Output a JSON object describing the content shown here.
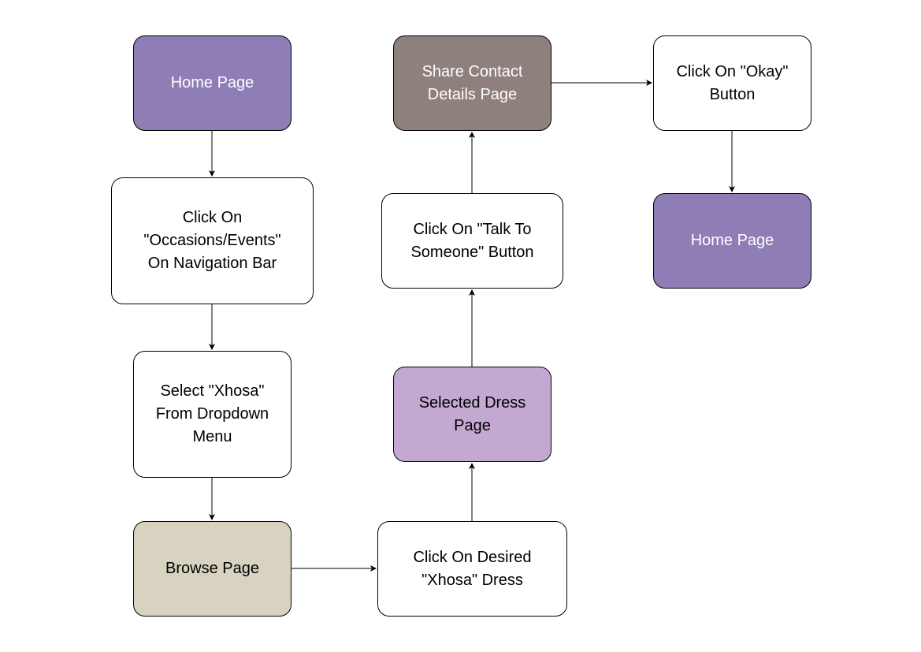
{
  "diagram": {
    "nodes": [
      {
        "id": "home-1",
        "label": "Home Page",
        "fill": "#8f7db5"
      },
      {
        "id": "click-occasions",
        "label": "Click On\n\"Occasions/Events\"\nOn Navigation Bar",
        "fill": "#ffffff"
      },
      {
        "id": "select-xhosa",
        "label": "Select \"Xhosa\"\nFrom Dropdown\nMenu",
        "fill": "#ffffff"
      },
      {
        "id": "browse",
        "label": "Browse Page",
        "fill": "#d8d2c1"
      },
      {
        "id": "click-dress",
        "label": "Click On Desired\n\"Xhosa\" Dress",
        "fill": "#ffffff"
      },
      {
        "id": "selected-dress",
        "label": "Selected Dress\nPage",
        "fill": "#c3a9d2"
      },
      {
        "id": "talk",
        "label": "Click On \"Talk To\nSomeone\" Button",
        "fill": "#ffffff"
      },
      {
        "id": "share",
        "label": "Share Contact\nDetails Page",
        "fill": "#8e807d"
      },
      {
        "id": "okay",
        "label": "Click On \"Okay\"\nButton",
        "fill": "#ffffff"
      },
      {
        "id": "home-2",
        "label": "Home Page",
        "fill": "#8f7db5"
      }
    ],
    "edges": [
      {
        "from": "home-1",
        "to": "click-occasions"
      },
      {
        "from": "click-occasions",
        "to": "select-xhosa"
      },
      {
        "from": "select-xhosa",
        "to": "browse"
      },
      {
        "from": "browse",
        "to": "click-dress"
      },
      {
        "from": "click-dress",
        "to": "selected-dress"
      },
      {
        "from": "selected-dress",
        "to": "talk"
      },
      {
        "from": "talk",
        "to": "share"
      },
      {
        "from": "share",
        "to": "okay"
      },
      {
        "from": "okay",
        "to": "home-2"
      }
    ]
  }
}
